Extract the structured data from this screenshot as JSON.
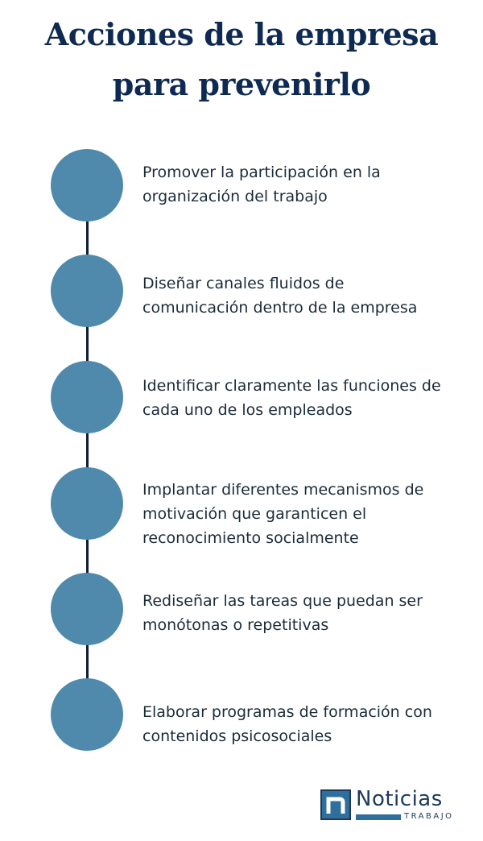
{
  "title": {
    "line1": "Acciones de la empresa",
    "line2": "para prevenirlo"
  },
  "steps": [
    {
      "lines": [
        "Promover la participación en la",
        "organización del trabajo"
      ]
    },
    {
      "lines": [
        "Diseñar canales fluidos de",
        "comunicación dentro de la empresa"
      ]
    },
    {
      "lines": [
        "Identificar claramente las funciones de",
        "cada uno de los empleados"
      ]
    },
    {
      "lines": [
        "Implantar diferentes mecanismos de",
        "motivación que garanticen el",
        "reconocimiento socialmente"
      ]
    },
    {
      "lines": [
        "Rediseñar las tareas que puedan ser",
        "monótonas o repetitivas"
      ]
    },
    {
      "lines": [
        "Elaborar programas de formación con",
        "contenidos psicosociales"
      ]
    }
  ],
  "brand": {
    "name": "Noticias",
    "sub": "TRABAJO",
    "icon": "n-logo-icon"
  },
  "colors": {
    "title": "#0f2a52",
    "circle": "#4f8aac",
    "line": "#0f1f33",
    "brand": "#2f6f9c"
  }
}
